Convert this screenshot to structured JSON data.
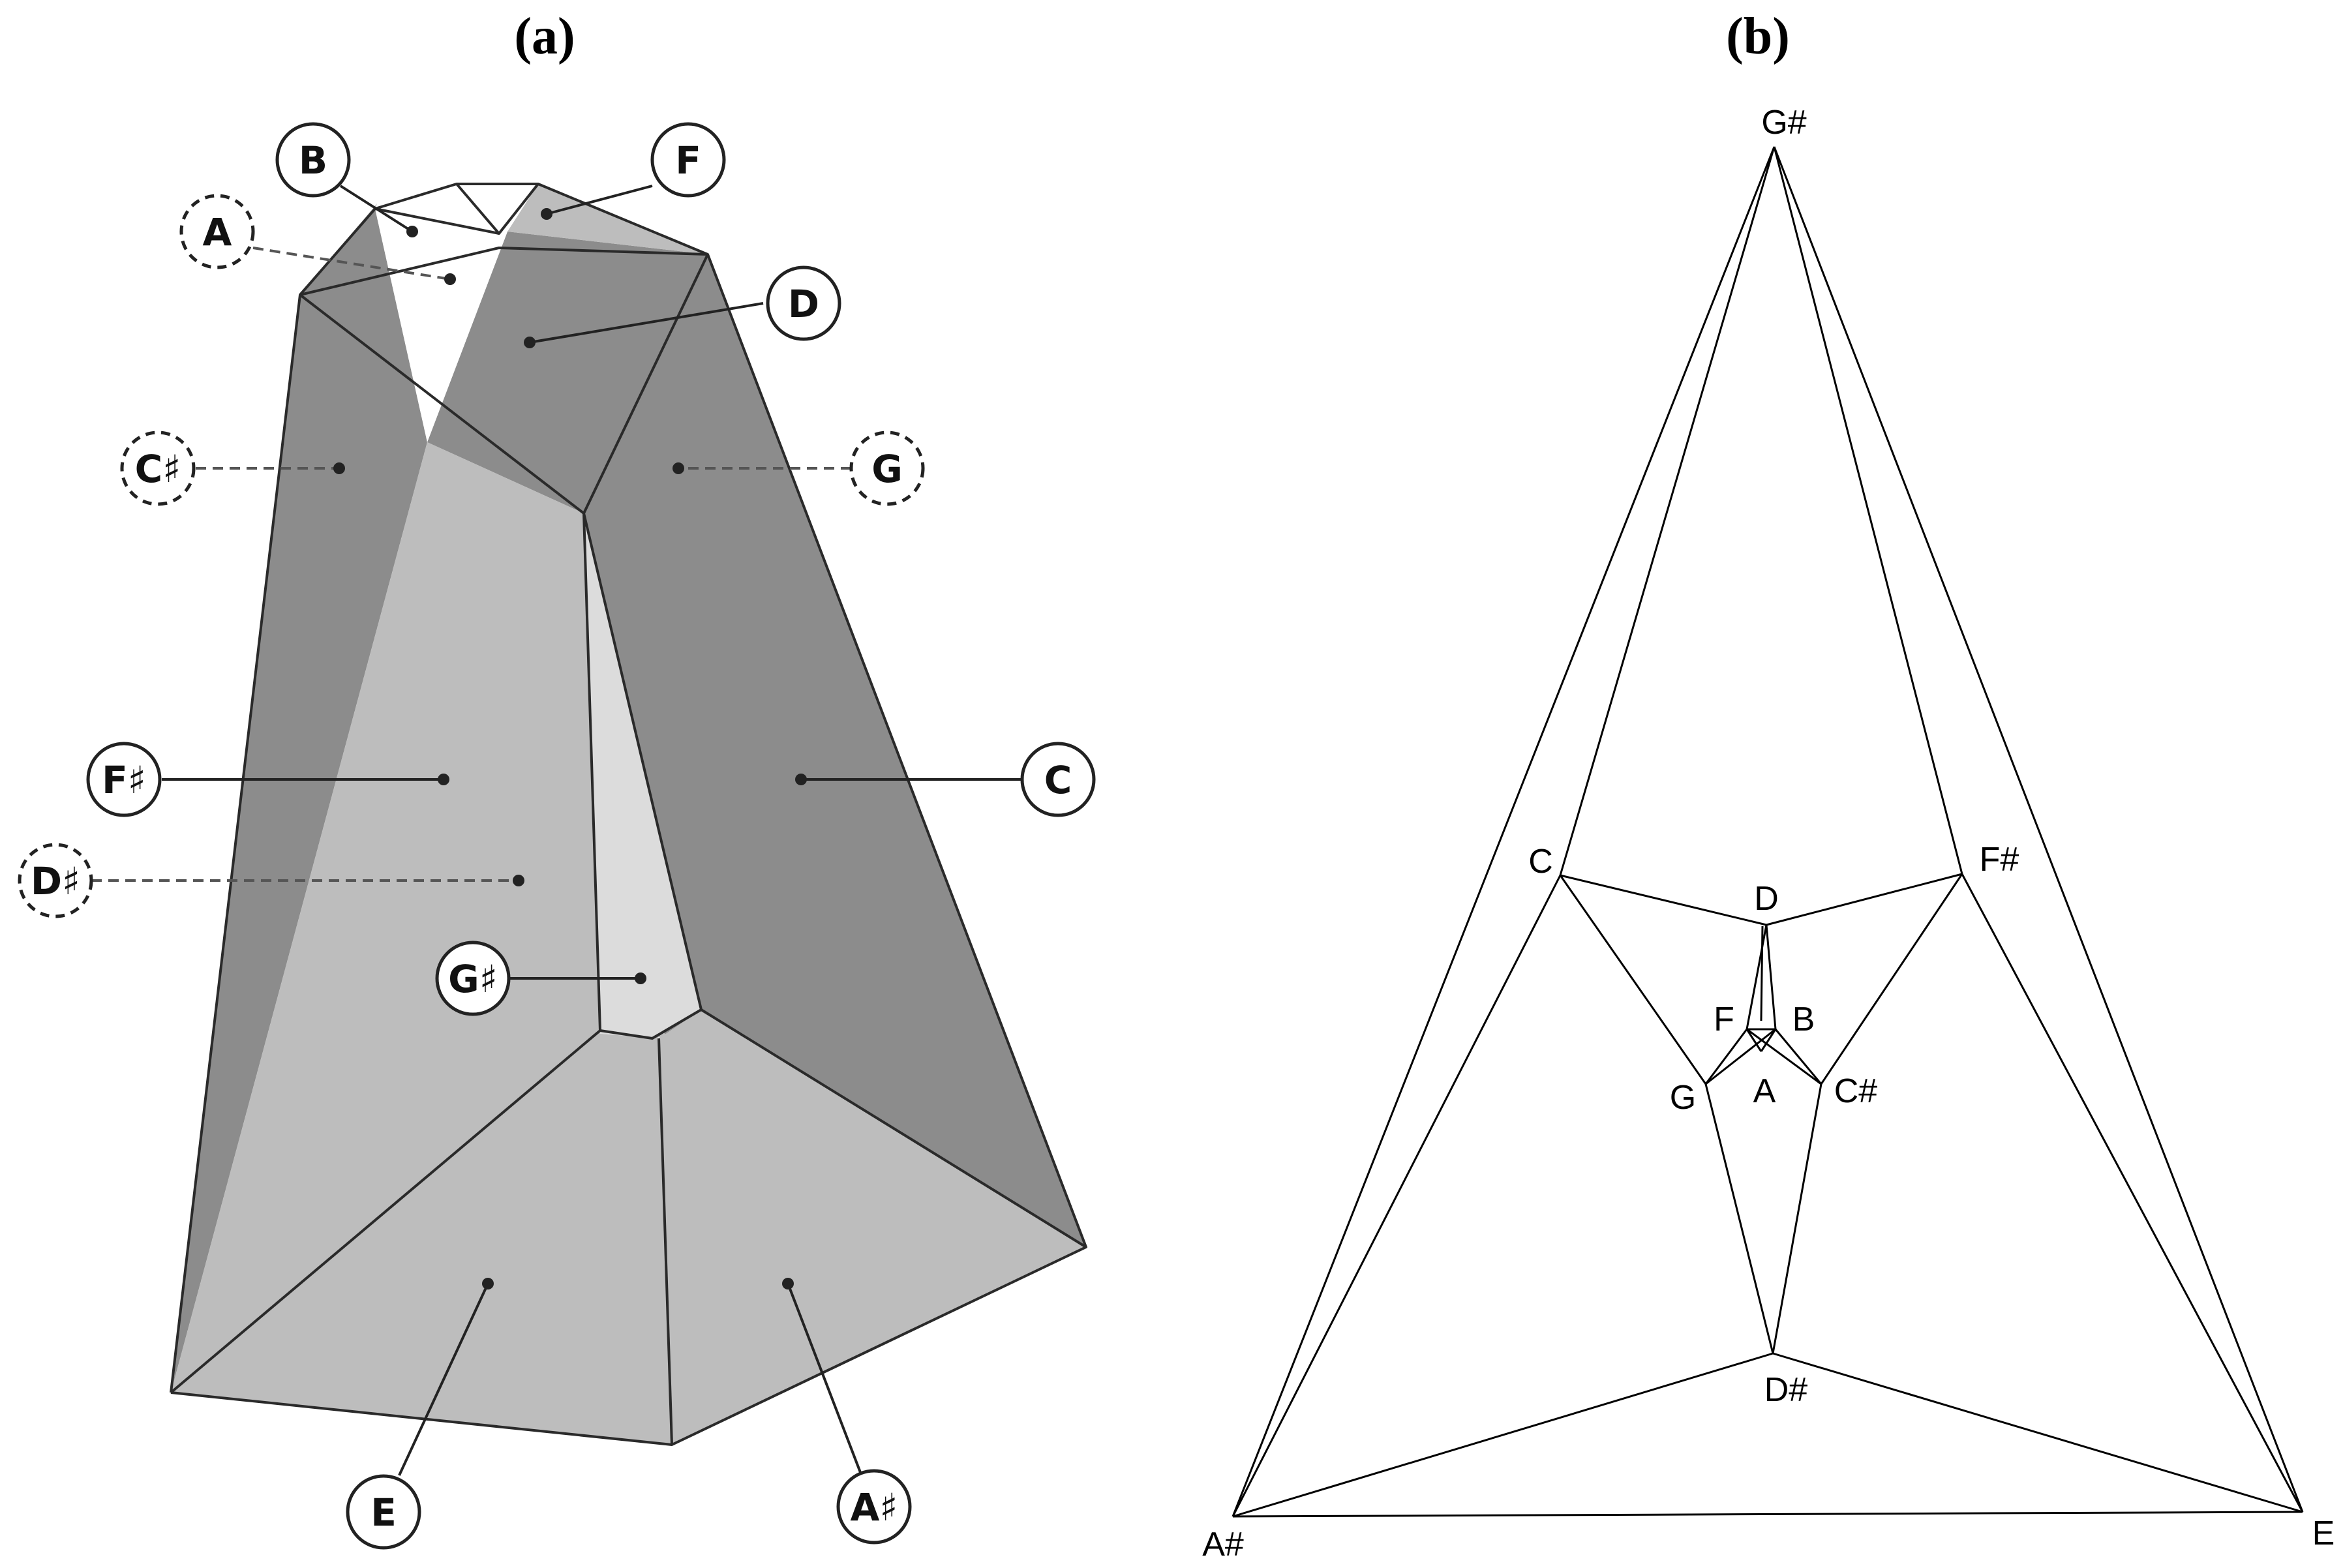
{
  "panels": {
    "a": {
      "title": "(a)"
    },
    "b": {
      "title": "(b)"
    }
  },
  "colors": {
    "dark_face": "#8c8c8c",
    "mid_face": "#bdbdbd",
    "light_face": "#dcdcdc",
    "white_face": "#ffffff",
    "edge": "#2a2a2a"
  },
  "solid_labels": {
    "B": "B",
    "F": "F",
    "A": "A",
    "D": "D",
    "Csharp": "C♯",
    "G": "G",
    "Fsharp": "F♯",
    "C": "C",
    "Dsharp": "D♯",
    "Gsharp": "G♯",
    "E": "E",
    "Asharp": "A♯"
  },
  "graph_labels": {
    "Gsharp": "G#",
    "C": "C",
    "Fsharp": "F#",
    "D": "D",
    "F": "F",
    "B": "B",
    "G": "G",
    "A": "A",
    "Csharp": "C#",
    "Dsharp": "D#",
    "Asharp": "A#",
    "E": "E"
  }
}
